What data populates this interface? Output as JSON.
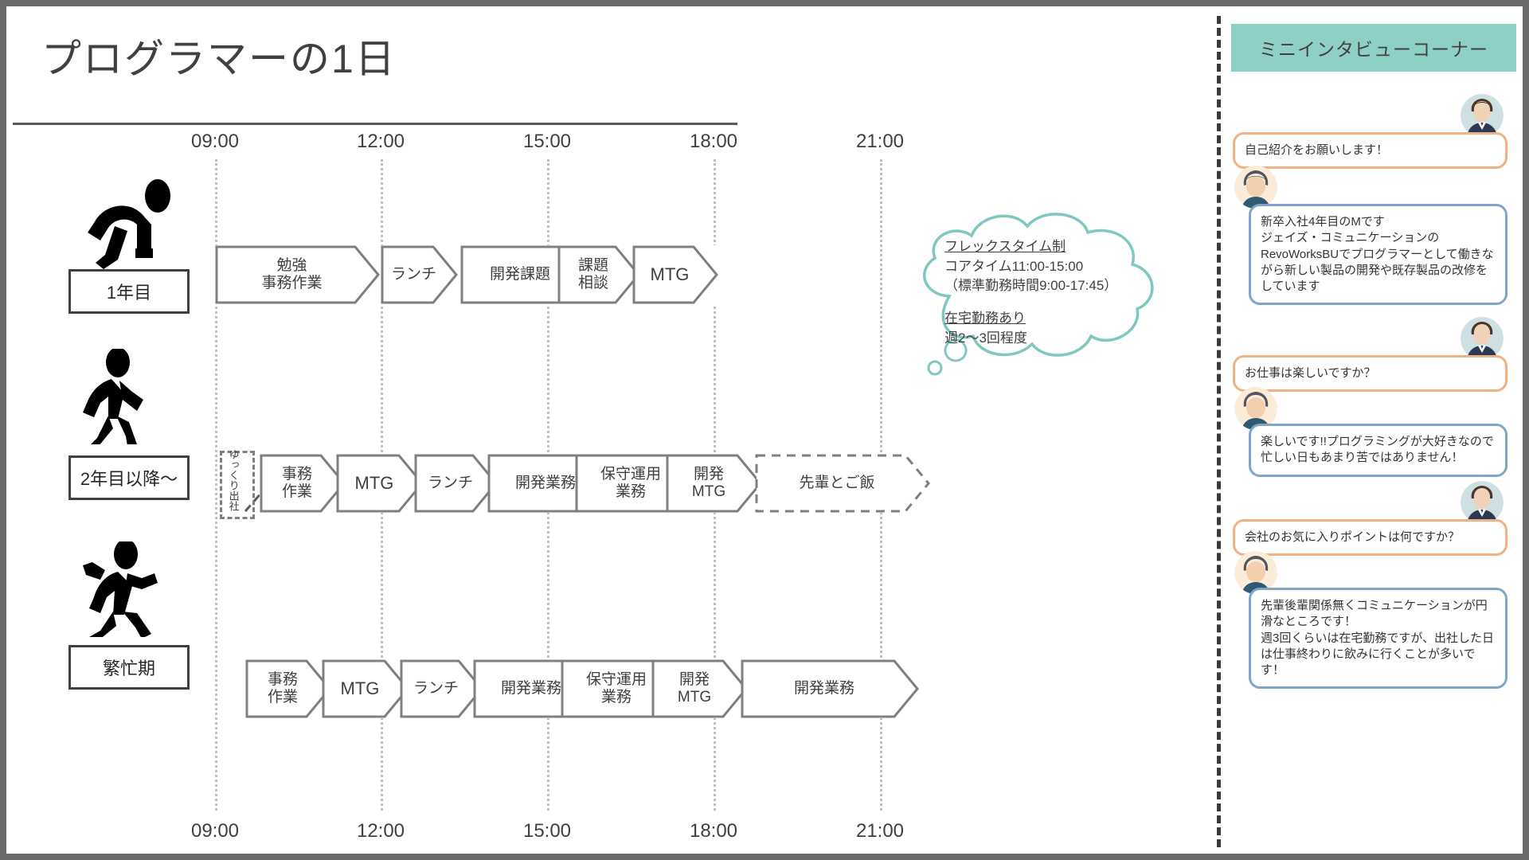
{
  "title": "プログラマーの1日",
  "axis": {
    "ticks": [
      "09:00",
      "12:00",
      "15:00",
      "18:00",
      "21:00"
    ]
  },
  "rows": [
    {
      "label": "1年目",
      "icon": "crouching-person-icon",
      "tasks": [
        {
          "text": "勉強\n事務作業",
          "lines": [
            "勉強",
            "事務作業"
          ],
          "style": "solid"
        },
        {
          "text": "ランチ",
          "lines": [
            "ランチ"
          ],
          "style": "solid"
        },
        {
          "text": "開発課題",
          "lines": [
            "開発課題"
          ],
          "style": "solid"
        },
        {
          "text": "課題\n相談",
          "lines": [
            "課題",
            "相談"
          ],
          "style": "solid"
        },
        {
          "text": "MTG",
          "lines": [
            "MTG"
          ],
          "style": "solid"
        }
      ]
    },
    {
      "label": "2年目以降〜",
      "icon": "walking-person-icon",
      "prefix": {
        "vertical_text": "ゆっくり出社",
        "style": "dashed"
      },
      "tasks": [
        {
          "text": "事務\n作業",
          "lines": [
            "事務",
            "作業"
          ],
          "style": "solid"
        },
        {
          "text": "MTG",
          "lines": [
            "MTG"
          ],
          "style": "solid"
        },
        {
          "text": "ランチ",
          "lines": [
            "ランチ"
          ],
          "style": "solid"
        },
        {
          "text": "開発業務",
          "lines": [
            "開発業務"
          ],
          "style": "solid"
        },
        {
          "text": "保守運用\n業務",
          "lines": [
            "保守運用",
            "業務"
          ],
          "style": "solid"
        },
        {
          "text": "開発\nMTG",
          "lines": [
            "開発",
            "MTG"
          ],
          "style": "solid"
        },
        {
          "text": "先輩とご飯",
          "lines": [
            "先輩とご飯"
          ],
          "style": "dashed"
        }
      ]
    },
    {
      "label": "繁忙期",
      "icon": "running-person-icon",
      "tasks": [
        {
          "text": "事務\n作業",
          "lines": [
            "事務",
            "作業"
          ],
          "style": "solid"
        },
        {
          "text": "MTG",
          "lines": [
            "MTG"
          ],
          "style": "solid"
        },
        {
          "text": "ランチ",
          "lines": [
            "ランチ"
          ],
          "style": "solid"
        },
        {
          "text": "開発業務",
          "lines": [
            "開発業務"
          ],
          "style": "solid"
        },
        {
          "text": "保守運用\n業務",
          "lines": [
            "保守運用",
            "業務"
          ],
          "style": "solid"
        },
        {
          "text": "開発\nMTG",
          "lines": [
            "開発",
            "MTG"
          ],
          "style": "solid"
        },
        {
          "text": "開発業務",
          "lines": [
            "開発業務"
          ],
          "style": "solid"
        }
      ]
    }
  ],
  "cloud": {
    "line1": "フレックスタイム制",
    "line2": "コアタイム11:00-15:00",
    "line3": "（標準勤務時間9:00-17:45）",
    "line4": "在宅勤務あり",
    "line5": "週2～3回程度"
  },
  "interview": {
    "banner": "ミニインタビューコーナー",
    "entries": [
      {
        "type": "question",
        "speaker": "interviewer",
        "text": "自己紹介をお願いします！"
      },
      {
        "type": "answer",
        "speaker": "programmer",
        "text": "新卒入社4年目のMです\nジェイズ・コミュニケーションの\nRevoWorksBUでプログラマーとして働きながら新しい製品の開発や既存製品の改修をしています"
      },
      {
        "type": "question",
        "speaker": "interviewer",
        "text": "お仕事は楽しいですか？"
      },
      {
        "type": "answer",
        "speaker": "programmer",
        "text": "楽しいです!!プログラミングが大好きなので忙しい日もあまり苦ではありません！"
      },
      {
        "type": "question",
        "speaker": "interviewer",
        "text": "会社のお気に入りポイントは何ですか？"
      },
      {
        "type": "answer",
        "speaker": "programmer",
        "text": "先輩後輩関係無くコミュニケーションが円滑なところです！\n週3回くらいは在宅勤務ですが、出社した日は仕事終わりに飲みに行くことが多いです！"
      }
    ]
  },
  "colors": {
    "banner": "#8fd0c6",
    "question_border": "#f0b183",
    "answer_border": "#7fa6c8",
    "chevron": "#7f7f7f",
    "text": "#404040"
  }
}
